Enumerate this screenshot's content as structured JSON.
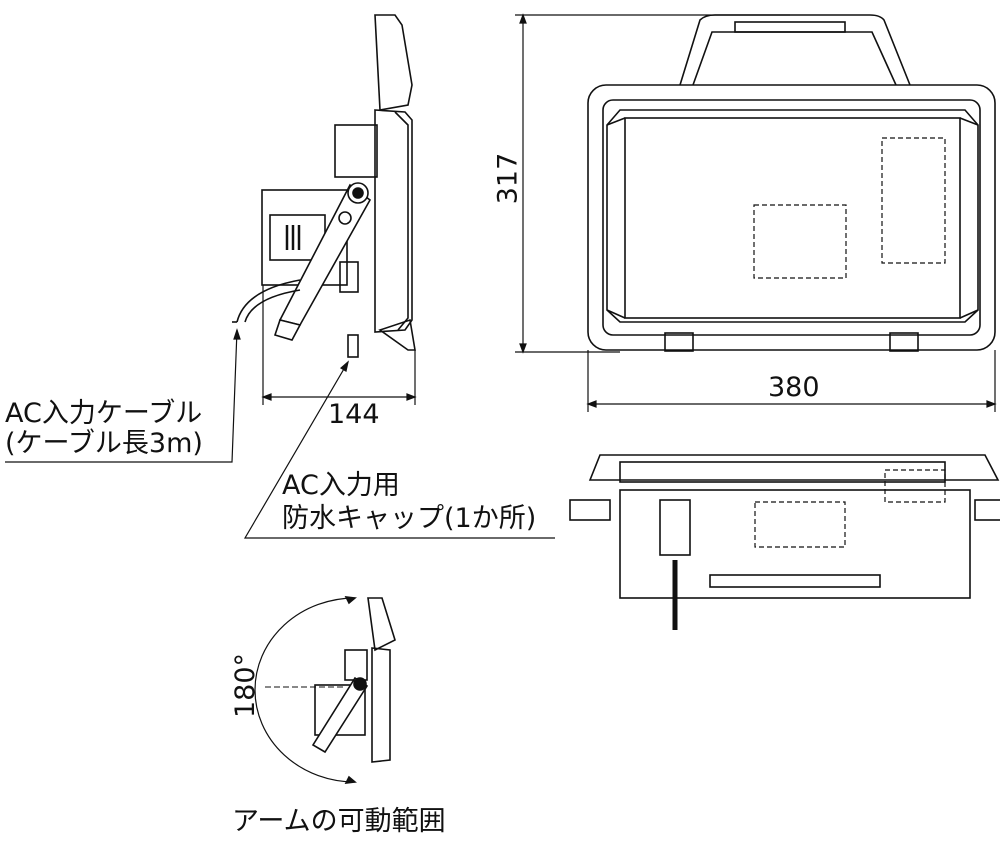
{
  "labels": {
    "cable_line1": "AC入力ケーブル",
    "cable_line2": "(ケーブル長3m)",
    "cap_line1": "AC入力用",
    "cap_line2": "防水キャップ(1か所)",
    "arm_range": "アームの可動範囲"
  },
  "dimensions": {
    "depth": "144",
    "height": "317",
    "width": "380",
    "arm_angle": "180°"
  }
}
